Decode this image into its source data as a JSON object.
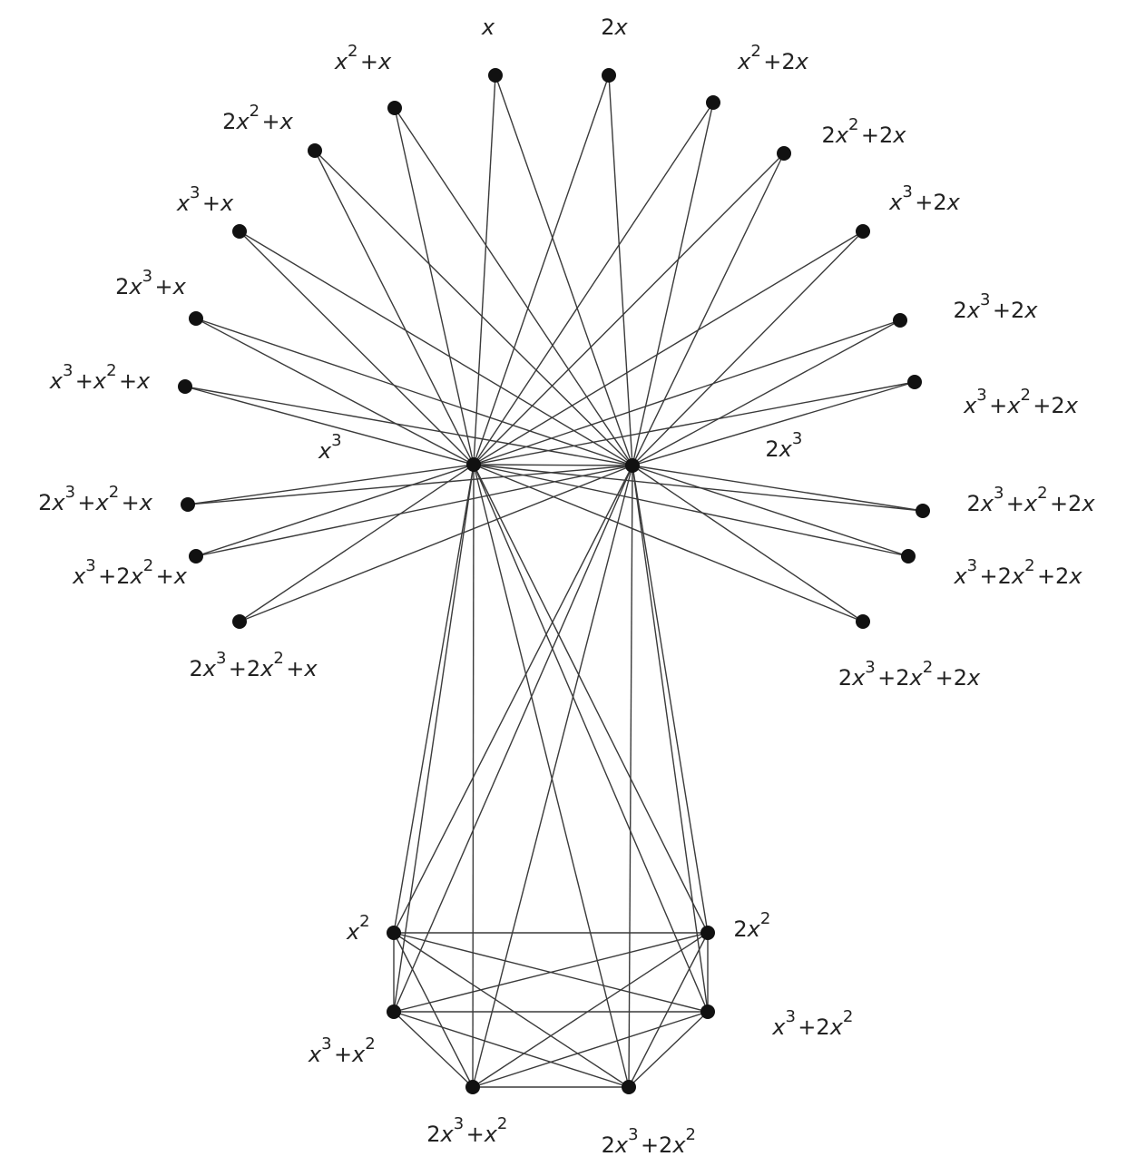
{
  "nodes": [
    {
      "id": "x3",
      "label": "x^3"
    },
    {
      "id": "2x3",
      "label": "2x^3"
    },
    {
      "id": "x",
      "label": "x"
    },
    {
      "id": "2x",
      "label": "2x"
    },
    {
      "id": "x2+x",
      "label": "x^2+x"
    },
    {
      "id": "x2+2x",
      "label": "x^2+2x"
    },
    {
      "id": "2x2+x",
      "label": "2x^2+x"
    },
    {
      "id": "2x2+2x",
      "label": "2x^2+2x"
    },
    {
      "id": "x3+x",
      "label": "x^3+x"
    },
    {
      "id": "x3+2x",
      "label": "x^3+2x"
    },
    {
      "id": "2x3+x",
      "label": "2x^3+x"
    },
    {
      "id": "2x3+2x",
      "label": "2x^3+2x"
    },
    {
      "id": "x3+x2+x",
      "label": "x^3+x^2+x"
    },
    {
      "id": "x3+x2+2x",
      "label": "x^3+x^2+2x"
    },
    {
      "id": "2x3+x2+x",
      "label": "2x^3+x^2+x"
    },
    {
      "id": "2x3+x2+2x",
      "label": "2x^3+x^2+2x"
    },
    {
      "id": "x3+2x2+x",
      "label": "x^3+2x^2+x"
    },
    {
      "id": "x3+2x2+2x",
      "label": "x^3+2x^2+2x"
    },
    {
      "id": "2x3+2x2+x",
      "label": "2x^3+2x^2+x"
    },
    {
      "id": "2x3+2x2+2x",
      "label": "2x^3+2x^2+2x"
    },
    {
      "id": "x2",
      "label": "x^2"
    },
    {
      "id": "2x2",
      "label": "2x^2"
    },
    {
      "id": "x3+x2",
      "label": "x^3+x^2"
    },
    {
      "id": "x3+2x2",
      "label": "x^3+2x^2"
    },
    {
      "id": "2x3+x2",
      "label": "2x^3+x^2"
    },
    {
      "id": "2x3+2x2",
      "label": "2x^3+2x^2"
    }
  ],
  "edges": [
    [
      "x3",
      "2x3"
    ],
    [
      "x3",
      "x"
    ],
    [
      "x3",
      "2x"
    ],
    [
      "x3",
      "x2+x"
    ],
    [
      "x3",
      "x2+2x"
    ],
    [
      "x3",
      "2x2+x"
    ],
    [
      "x3",
      "2x2+2x"
    ],
    [
      "x3",
      "x3+x"
    ],
    [
      "x3",
      "x3+2x"
    ],
    [
      "x3",
      "2x3+x"
    ],
    [
      "x3",
      "2x3+2x"
    ],
    [
      "x3",
      "x3+x2+x"
    ],
    [
      "x3",
      "x3+x2+2x"
    ],
    [
      "x3",
      "2x3+x2+x"
    ],
    [
      "x3",
      "2x3+x2+2x"
    ],
    [
      "x3",
      "x3+2x2+x"
    ],
    [
      "x3",
      "x3+2x2+2x"
    ],
    [
      "x3",
      "2x3+2x2+x"
    ],
    [
      "x3",
      "2x3+2x2+2x"
    ],
    [
      "2x3",
      "x"
    ],
    [
      "2x3",
      "2x"
    ],
    [
      "2x3",
      "x2+x"
    ],
    [
      "2x3",
      "x2+2x"
    ],
    [
      "2x3",
      "2x2+x"
    ],
    [
      "2x3",
      "2x2+2x"
    ],
    [
      "2x3",
      "x3+x"
    ],
    [
      "2x3",
      "x3+2x"
    ],
    [
      "2x3",
      "2x3+x"
    ],
    [
      "2x3",
      "2x3+2x"
    ],
    [
      "2x3",
      "x3+x2+x"
    ],
    [
      "2x3",
      "x3+x2+2x"
    ],
    [
      "2x3",
      "2x3+x2+x"
    ],
    [
      "2x3",
      "2x3+x2+2x"
    ],
    [
      "2x3",
      "x3+2x2+x"
    ],
    [
      "2x3",
      "x3+2x2+2x"
    ],
    [
      "2x3",
      "2x3+2x2+x"
    ],
    [
      "2x3",
      "2x3+2x2+2x"
    ],
    [
      "x3",
      "x2"
    ],
    [
      "x3",
      "2x2"
    ],
    [
      "x3",
      "x3+x2"
    ],
    [
      "x3",
      "x3+2x2"
    ],
    [
      "x3",
      "2x3+x2"
    ],
    [
      "x3",
      "2x3+2x2"
    ],
    [
      "2x3",
      "x2"
    ],
    [
      "2x3",
      "2x2"
    ],
    [
      "2x3",
      "x3+x2"
    ],
    [
      "2x3",
      "x3+2x2"
    ],
    [
      "2x3",
      "2x3+x2"
    ],
    [
      "2x3",
      "2x3+2x2"
    ],
    [
      "x2",
      "2x2"
    ],
    [
      "x2",
      "x3+x2"
    ],
    [
      "x2",
      "x3+2x2"
    ],
    [
      "x2",
      "2x3+x2"
    ],
    [
      "x2",
      "2x3+2x2"
    ],
    [
      "2x2",
      "x3+x2"
    ],
    [
      "2x2",
      "x3+2x2"
    ],
    [
      "2x2",
      "2x3+x2"
    ],
    [
      "2x2",
      "2x3+2x2"
    ],
    [
      "x3+x2",
      "x3+2x2"
    ],
    [
      "x3+x2",
      "2x3+x2"
    ],
    [
      "x3+x2",
      "2x3+2x2"
    ],
    [
      "x3+2x2",
      "2x3+x2"
    ],
    [
      "x3+2x2",
      "2x3+2x2"
    ],
    [
      "2x3+x2",
      "2x3+2x2"
    ]
  ]
}
